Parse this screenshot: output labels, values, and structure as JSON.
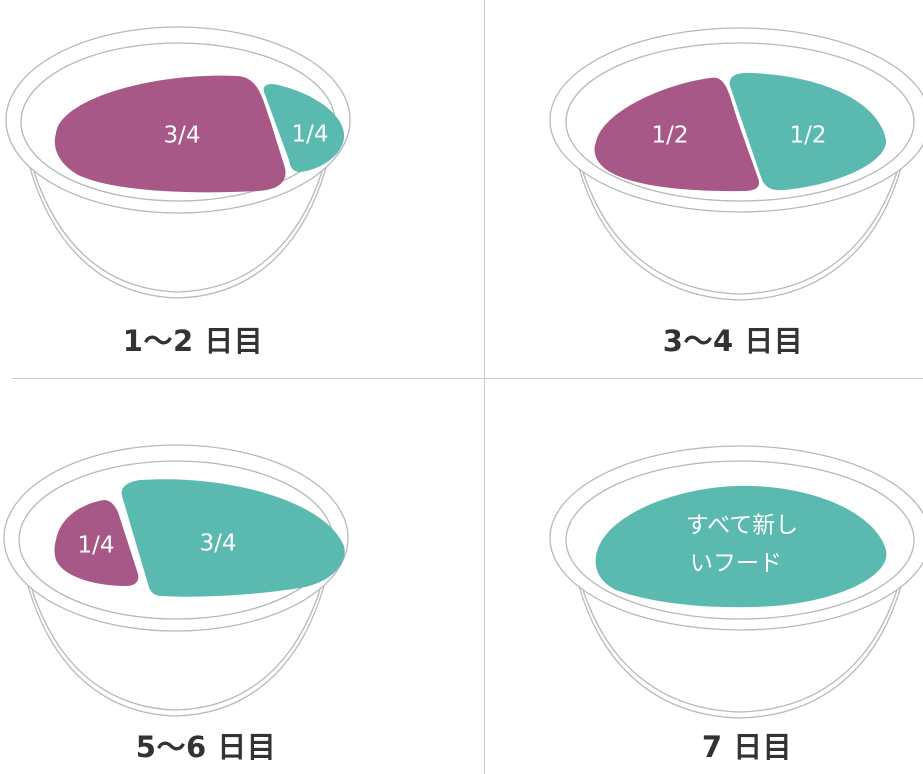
{
  "colors": {
    "old_food": "#a85887",
    "new_food": "#5bbab0",
    "bowl_outline": "#b8b8b8",
    "divider": "#c9c9c9",
    "caption_text": "#333333"
  },
  "panels": [
    {
      "caption": "1〜2 日目",
      "old_label": "3/4",
      "new_label": "1/4",
      "old_fraction": 0.75,
      "new_fraction": 0.25
    },
    {
      "caption": "3〜4 日目",
      "old_label": "1/2",
      "new_label": "1/2",
      "old_fraction": 0.5,
      "new_fraction": 0.5
    },
    {
      "caption": "5〜6 日目",
      "old_label": "1/4",
      "new_label": "3/4",
      "old_fraction": 0.25,
      "new_fraction": 0.75
    },
    {
      "caption": "7 日目",
      "all_new_line1": "すべて新し",
      "all_new_line2": "いフード",
      "old_fraction": 0,
      "new_fraction": 1
    }
  ]
}
